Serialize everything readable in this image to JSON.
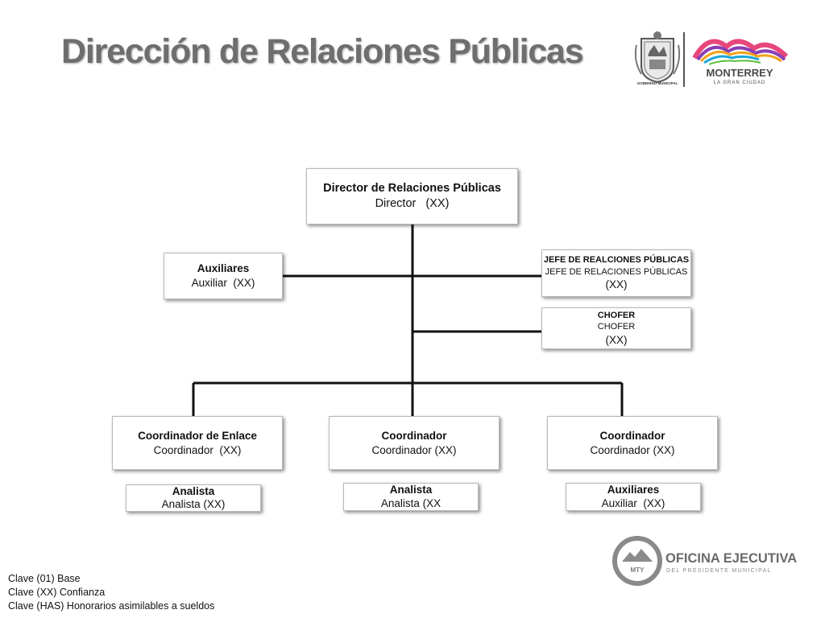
{
  "title": "Dirección de Relaciones Públicas",
  "logos": {
    "municipal_caption": "GOBIERNO MUNICIPAL",
    "city_name": "MONTERREY",
    "city_tagline": "LA GRAN CIUDAD",
    "office_name": "OFICINA EJECUTIVA",
    "office_subtitle": "DEL PRESIDENTE MUNICIPAL",
    "office_badge": "MTY"
  },
  "org": {
    "director": {
      "title": "Director de Relaciones Públicas",
      "position": "Director   (XX)"
    },
    "auxiliares_staff": {
      "title": "Auxiliares",
      "position": "Auxiliar  (XX)"
    },
    "jefe": {
      "title": "JEFE DE REALCIONES PÚBLICAS",
      "position": "JEFE DE RELACIONES PÚBLICAS",
      "clave": "(XX)"
    },
    "chofer": {
      "title": "CHOFER",
      "position": "CHOFER",
      "clave": "(XX)"
    },
    "coord_enlace": {
      "title": "Coordinador de Enlace",
      "position": "Coordinador  (XX)"
    },
    "coord_2": {
      "title": "Coordinador",
      "position": "Coordinador (XX)"
    },
    "coord_3": {
      "title": "Coordinador",
      "position": "Coordinador (XX)"
    },
    "analista_1": {
      "title": "Analista",
      "position": "Analista (XX)"
    },
    "analista_2": {
      "title": "Analista",
      "position": "Analista (XX"
    },
    "auxiliares_3": {
      "title": "Auxiliares",
      "position": "Auxiliar  (XX)"
    }
  },
  "legend": [
    "Clave (01) Base",
    "Clave (XX) Confianza",
    "Clave (HAS) Honorarios asimilables a sueldos"
  ]
}
